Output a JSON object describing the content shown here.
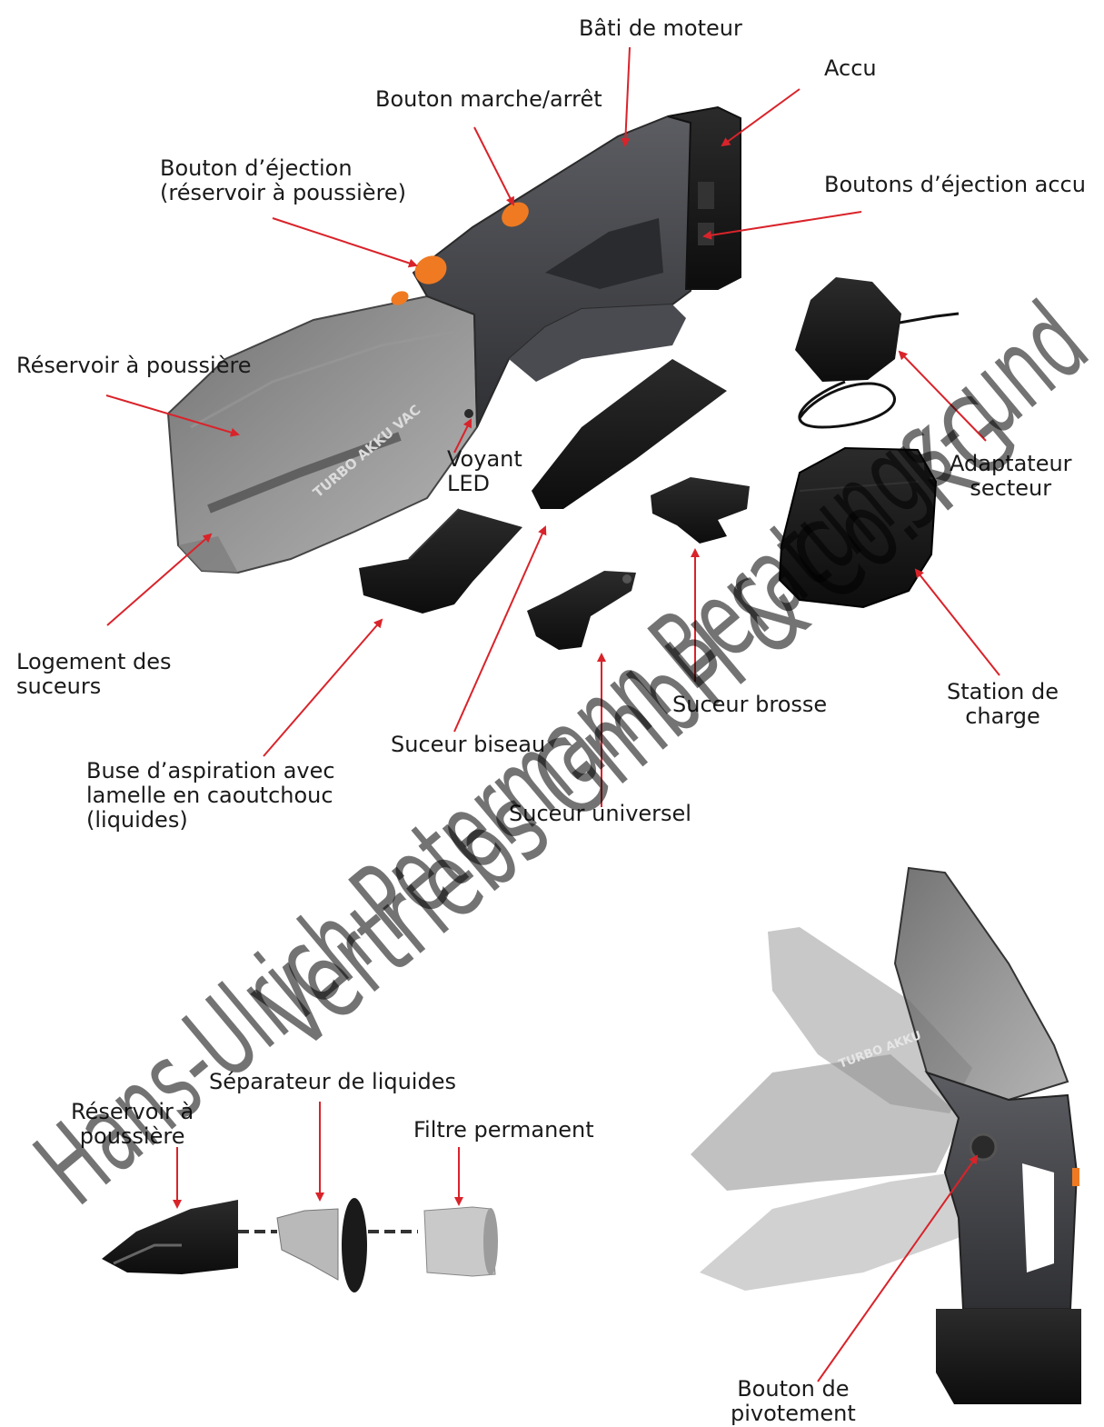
{
  "labels": {
    "bati_moteur": "Bâti de moteur",
    "accu": "Accu",
    "bouton_marche": "Bouton marche/arrêt",
    "bouton_ejection": "Bouton d’éjection\n(réservoir à poussière)",
    "boutons_ejection_accu": "Boutons d’éjection accu",
    "reservoir": "Réservoir à poussière",
    "voyant": "Voyant\nLED",
    "adaptateur": "Adaptateur\nsecteur",
    "logement": "Logement des\nsuceurs",
    "station": "Station de\ncharge",
    "suceur_brosse": "Suceur brosse",
    "suceur_biseau": "Suceur biseau",
    "buse": "Buse d’aspiration avec\nlamelle en caoutchouc\n(liquides)",
    "suceur_universel": "Suceur universel",
    "separateur": "Séparateur de liquides",
    "reservoir_2": "Réservoir à\npoussière",
    "filtre": "Filtre permanent",
    "bouton_pivotement": "Bouton de\npivotement"
  },
  "product_text": {
    "vac_logo": "TURBO AKKU VAC",
    "turbo_akku": "TURBO AKKU"
  },
  "watermark": {
    "line1": "Hans-Ulrich Petermann Beratungs- und",
    "line2": "Vertriebs GmbH & Co. KG"
  },
  "colors": {
    "arrow": "#d9232a",
    "body_dark": "#3b3c40",
    "body_mid": "#55565b",
    "accent_orange": "#f07a22",
    "tank_translucent": "#6b6b6b",
    "accessory_black": "#141414"
  }
}
